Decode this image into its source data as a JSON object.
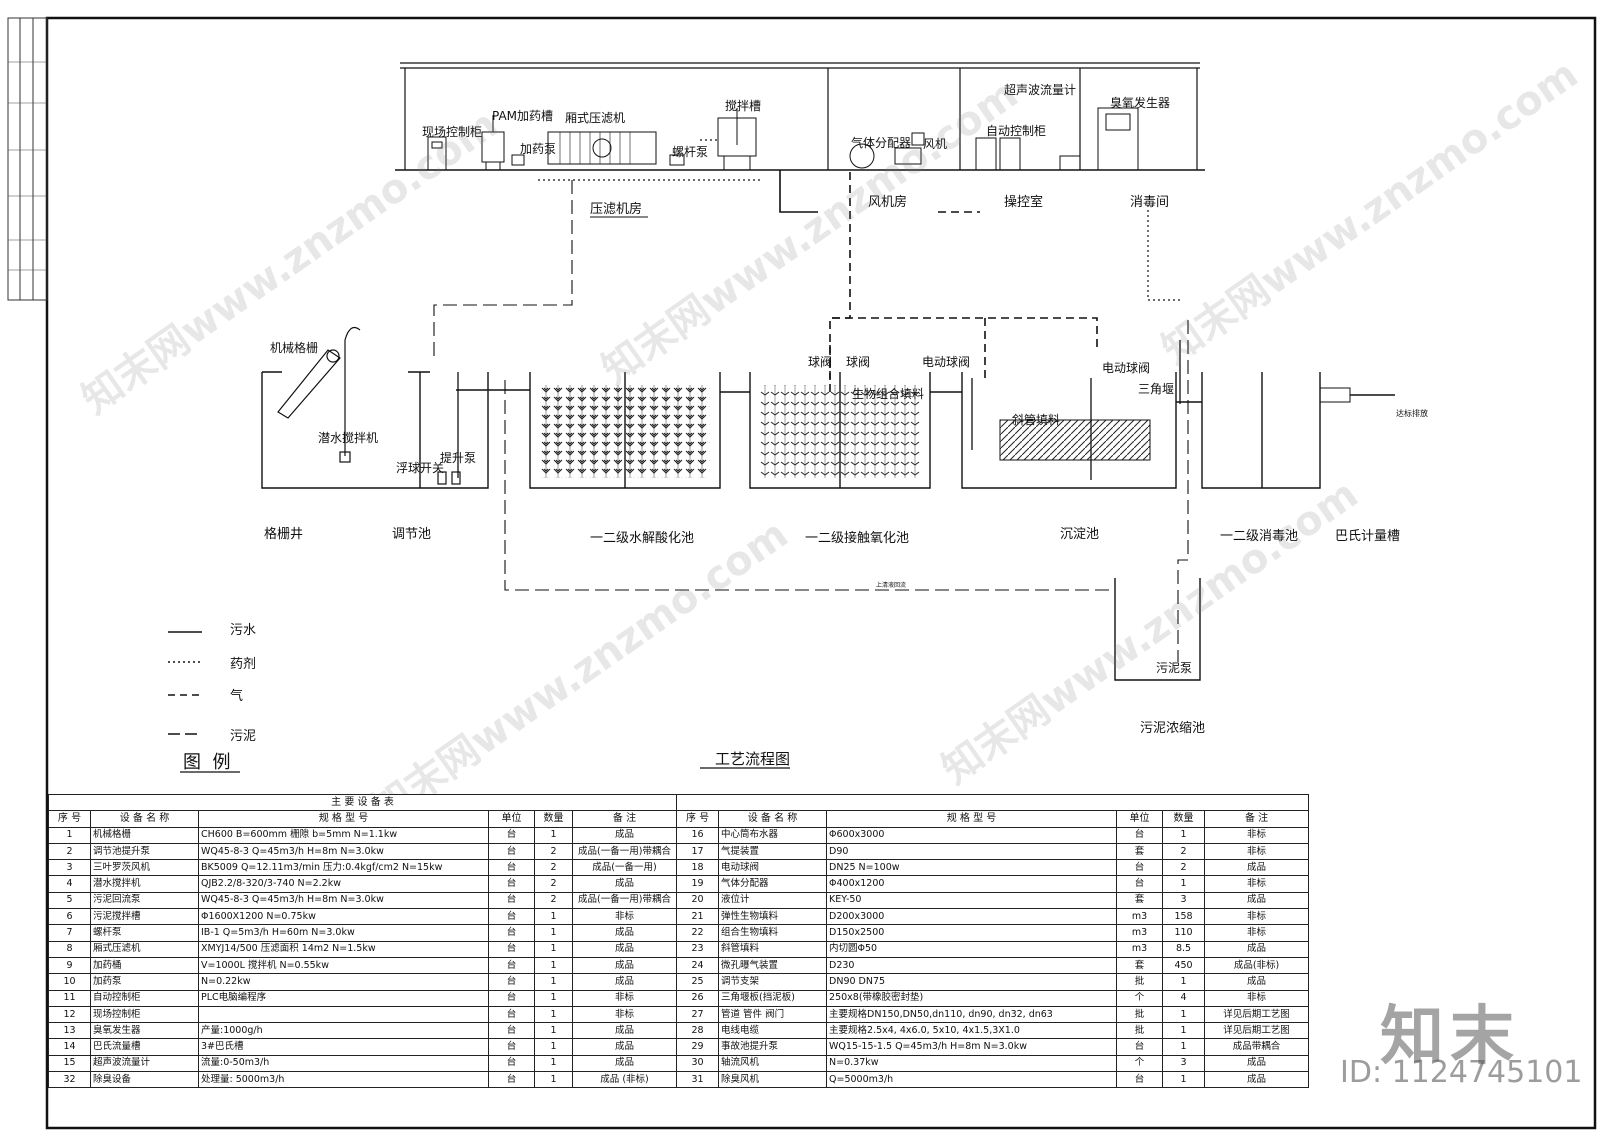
{
  "drawing_title": "工艺流程图",
  "buildings": {
    "press_room": "压滤机房",
    "blower_room": "风机房",
    "control_room": "操控室",
    "disinfect_room": "消毒间"
  },
  "equipment_labels": {
    "site_cabinet": "现场控制柜",
    "pam_tank": "PAM加药槽",
    "dosing_pump": "加药泵",
    "filter_press": "厢式压滤机",
    "screw_pump": "螺杆泵",
    "mixing_tank": "搅拌槽",
    "gas_distributor": "气体分配器",
    "blower": "风机",
    "ultrasonic_meter": "超声波流量计",
    "auto_cabinet": "自动控制柜",
    "ozone": "臭氧发生器",
    "screen": "机械格栅",
    "submersible_mixer": "潜水搅拌机",
    "float_switch": "浮球开关",
    "lift_pump": "提升泵",
    "ball_valve_a": "球阀",
    "ball_valve_b": "球阀",
    "e_ball_valve_a": "电动球阀",
    "e_ball_valve_b": "电动球阀",
    "bio_media": "生物组合填料",
    "inclined_tube": "斜管填料",
    "weir": "三角堰",
    "discharge": "达标排放",
    "sludge_pump": "污泥泵",
    "return_line": "上清液回流"
  },
  "tank_labels": {
    "screen_well": "格栅井",
    "regulating": "调节池",
    "hydrolysis": "一二级水解酸化池",
    "contact_ox": "一二级接触氧化池",
    "settling": "沉淀池",
    "disinfection": "一二级消毒池",
    "parshall": "巴氏计量槽",
    "sludge_thickener": "污泥浓缩池"
  },
  "legend": {
    "title": "图  例",
    "items": [
      {
        "label": "污水",
        "style": "solid"
      },
      {
        "label": "药剂",
        "style": "dotted"
      },
      {
        "label": "气",
        "style": "dash"
      },
      {
        "label": "污泥",
        "style": "longdash"
      }
    ]
  },
  "table": {
    "title": "主 要 设 备 表",
    "headers": [
      "序 号",
      "设 备 名 称",
      "规 格 型 号",
      "单位",
      "数量",
      "备 注"
    ],
    "left_rows": [
      [
        "1",
        "机械格栅",
        "CH600  B=600mm  栅隙 b=5mm  N=1.1kw",
        "台",
        "1",
        "成品"
      ],
      [
        "2",
        "调节池提升泵",
        "WQ45-8-3 Q=45m3/h H=8m  N=3.0kw",
        "台",
        "2",
        "成品(一备一用)带耦合"
      ],
      [
        "3",
        "三叶罗茨风机",
        "BK5009  Q=12.11m3/min 压力:0.4kgf/cm2  N=15kw",
        "台",
        "2",
        "成品(一备一用)"
      ],
      [
        "4",
        "潜水搅拌机",
        "QJB2.2/8-320/3-740  N=2.2kw",
        "台",
        "2",
        "成品"
      ],
      [
        "5",
        "污泥回流泵",
        "WQ45-8-3 Q=45m3/h H=8m  N=3.0kw",
        "台",
        "2",
        "成品(一备一用)带耦合"
      ],
      [
        "6",
        "污泥搅拌槽",
        "Φ1600X1200  N=0.75kw",
        "台",
        "1",
        "非标"
      ],
      [
        "7",
        "螺杆泵",
        "IB-1  Q=5m3/h H=60m  N=3.0kw",
        "台",
        "1",
        "成品"
      ],
      [
        "8",
        "厢式压滤机",
        "XMYJ14/500  压滤面积 14m2  N=1.5kw",
        "台",
        "1",
        "成品"
      ],
      [
        "9",
        "加药桶",
        "V=1000L  搅拌机  N=0.55kw",
        "台",
        "1",
        "成品"
      ],
      [
        "10",
        "加药泵",
        "N=0.22kw",
        "台",
        "1",
        "成品"
      ],
      [
        "11",
        "自动控制柜",
        "PLC电脑编程序",
        "台",
        "1",
        "非标"
      ],
      [
        "12",
        "现场控制柜",
        "",
        "台",
        "1",
        "非标"
      ],
      [
        "13",
        "臭氧发生器",
        "产量:1000g/h",
        "台",
        "1",
        "成品"
      ],
      [
        "14",
        "巴氏流量槽",
        "3#巴氏槽",
        "台",
        "1",
        "成品"
      ],
      [
        "15",
        "超声波流量计",
        "流量:0-50m3/h",
        "台",
        "1",
        "成品"
      ],
      [
        "32",
        "除臭设备",
        "处理量: 5000m3/h",
        "台",
        "1",
        "成品 (非标)"
      ]
    ],
    "right_rows": [
      [
        "16",
        "中心筒布水器",
        "Φ600x3000",
        "台",
        "1",
        "非标"
      ],
      [
        "17",
        "气提装置",
        "D90",
        "套",
        "2",
        "非标"
      ],
      [
        "18",
        "电动球阀",
        "DN25         N=100w",
        "台",
        "2",
        "成品"
      ],
      [
        "19",
        "气体分配器",
        "Φ400x1200",
        "台",
        "1",
        "非标"
      ],
      [
        "20",
        "液位计",
        "KEY-50",
        "套",
        "3",
        "成品"
      ],
      [
        "21",
        "弹性生物填料",
        "D200x3000",
        "m3",
        "158",
        "非标"
      ],
      [
        "22",
        "组合生物填料",
        "D150x2500",
        "m3",
        "110",
        "非标"
      ],
      [
        "23",
        "斜管填料",
        "内切圆Φ50",
        "m3",
        "8.5",
        "成品"
      ],
      [
        "24",
        "微孔曝气装置",
        "D230",
        "套",
        "450",
        "成品(非标)"
      ],
      [
        "25",
        "调节支架",
        "DN90  DN75",
        "批",
        "1",
        "成品"
      ],
      [
        "26",
        "三角堰板(挡泥板)",
        "250x8(带橡胶密封垫)",
        "个",
        "4",
        "非标"
      ],
      [
        "27",
        "管道 管件  阀门",
        "主要规格DN150,DN50,dn110, dn90, dn32, dn63",
        "批",
        "1",
        "详见后期工艺图"
      ],
      [
        "28",
        "电线电缆",
        "主要规格2.5x4, 4x6.0, 5x10, 4x1.5,3X1.0",
        "批",
        "1",
        "详见后期工艺图"
      ],
      [
        "29",
        "事故池提升泵",
        "WQ15-15-1.5 Q=45m3/h H=8m  N=3.0kw",
        "台",
        "1",
        "成品带耦合"
      ],
      [
        "30",
        "轴流风机",
        "N=0.37kw",
        "个",
        "3",
        "成品"
      ],
      [
        "31",
        "除臭风机",
        "Q=5000m3/h",
        "台",
        "1",
        "成品"
      ]
    ]
  },
  "watermark": {
    "site": "知末网www.znzmo.com",
    "brand": "知末",
    "id": "ID: 1124745101"
  }
}
